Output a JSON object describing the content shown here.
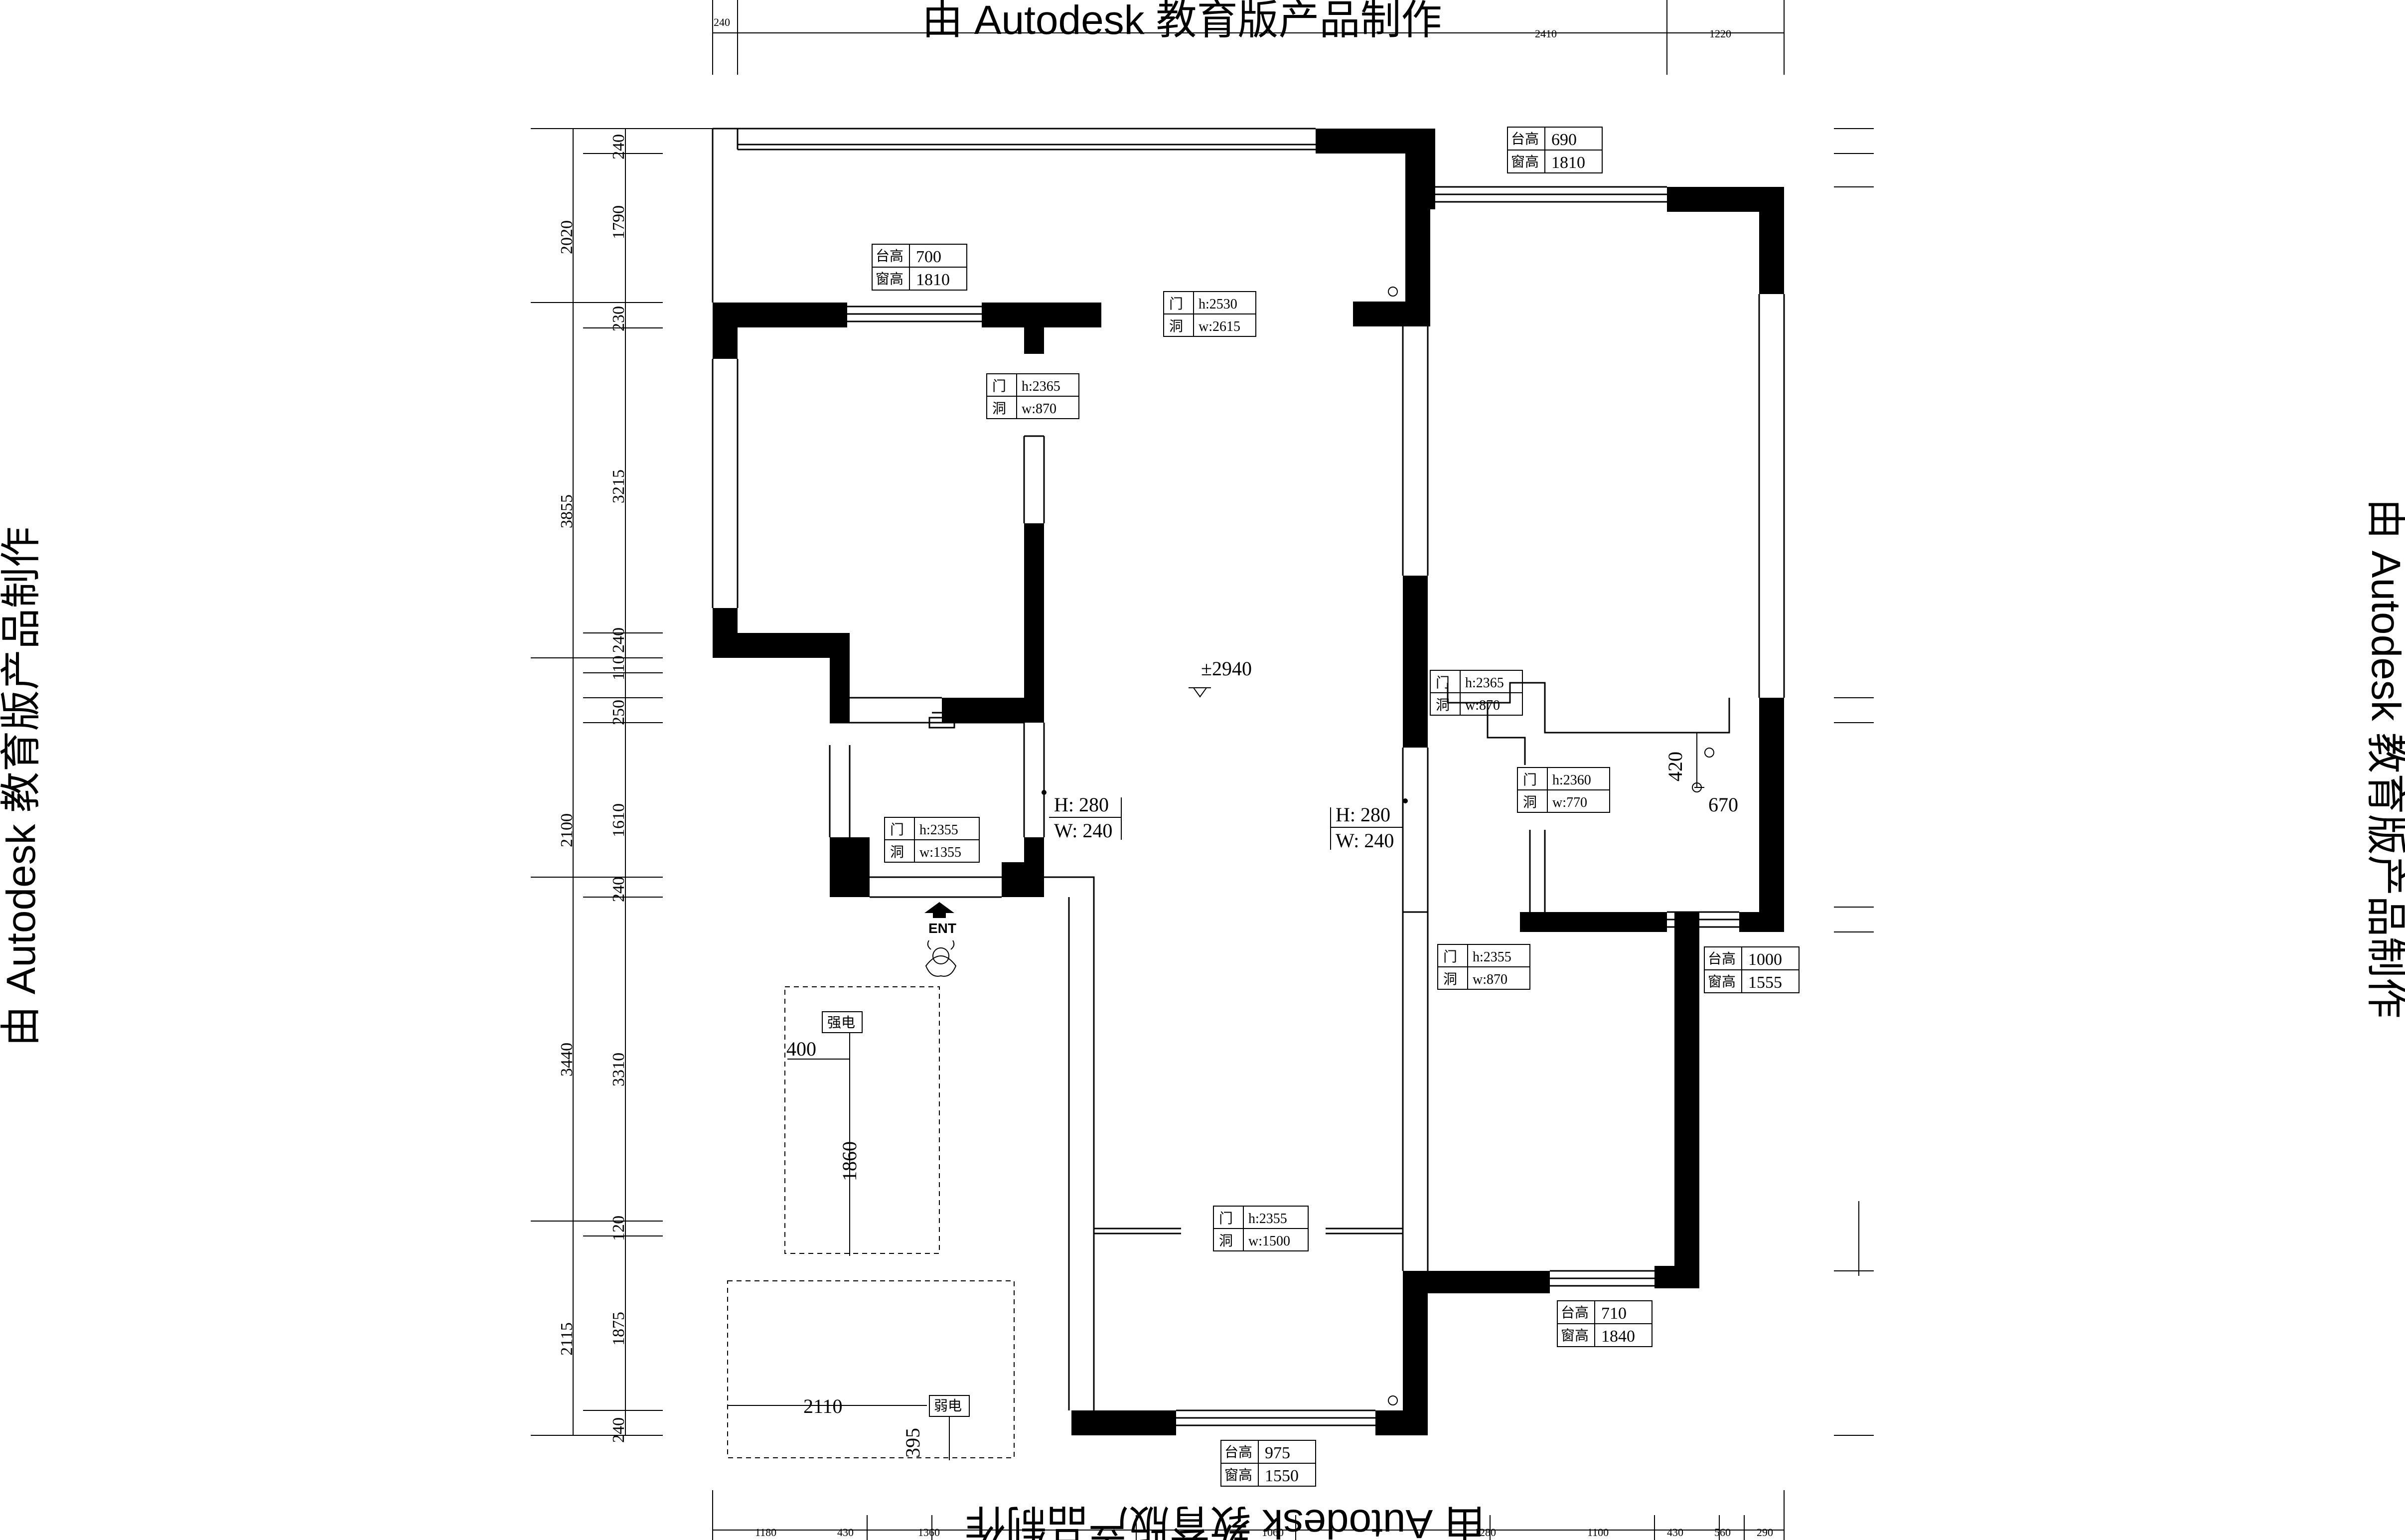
{
  "watermark": {
    "text": "由 Autodesk 教育版产品制作"
  },
  "floor_level": "±2940",
  "top_dimensions": [
    "240",
    "2410",
    "1220"
  ],
  "bottom_dimensions": [
    "1180",
    "430",
    "1360",
    "1060",
    "1280",
    "1100",
    "430",
    "560",
    "290"
  ],
  "left_dimensions_outer": [
    "2020",
    "3855",
    "2100",
    "3440",
    "2115"
  ],
  "left_dimensions_inner": [
    "240",
    "1790",
    "230",
    "3215",
    "240",
    "110",
    "250",
    "1610",
    "240",
    "3310",
    "120",
    "1875",
    "240"
  ],
  "window_tags": [
    {
      "sill_label": "台高",
      "sill": "700",
      "height_label": "窗高",
      "height": "1810"
    },
    {
      "sill_label": "台高",
      "sill": "690",
      "height_label": "窗高",
      "height": "1810"
    },
    {
      "sill_label": "台高",
      "sill": "1000",
      "height_label": "窗高",
      "height": "1555"
    },
    {
      "sill_label": "台高",
      "sill": "710",
      "height_label": "窗高",
      "height": "1840"
    },
    {
      "sill_label": "台高",
      "sill": "975",
      "height_label": "窗高",
      "height": "1550"
    }
  ],
  "door_tags": [
    {
      "label_1": "门",
      "label_2": "洞",
      "h": "h:2530",
      "w": "w:2615"
    },
    {
      "label_1": "门",
      "label_2": "洞",
      "h": "h:2365",
      "w": "w:870"
    },
    {
      "label_1": "门",
      "label_2": "洞",
      "h": "h:2365",
      "w": "w:870"
    },
    {
      "label_1": "门",
      "label_2": "洞",
      "h": "h:2360",
      "w": "w:770"
    },
    {
      "label_1": "门",
      "label_2": "洞",
      "h": "h:2355",
      "w": "w:1355"
    },
    {
      "label_1": "门",
      "label_2": "洞",
      "h": "h:2355",
      "w": "w:870"
    },
    {
      "label_1": "门",
      "label_2": "洞",
      "h": "h:2355",
      "w": "w:1500"
    }
  ],
  "opening_tags": [
    {
      "h": "H: 280",
      "w": "W: 240"
    },
    {
      "h": "H: 280",
      "w": "W: 240"
    }
  ],
  "entry_label": "ENT",
  "strong_power": {
    "label": "强电",
    "width": "400",
    "height": "1860"
  },
  "weak_power": {
    "label": "弱电",
    "width": "2110",
    "depth": "395"
  },
  "misc_dims": {
    "d420": "420",
    "d670": "670"
  }
}
